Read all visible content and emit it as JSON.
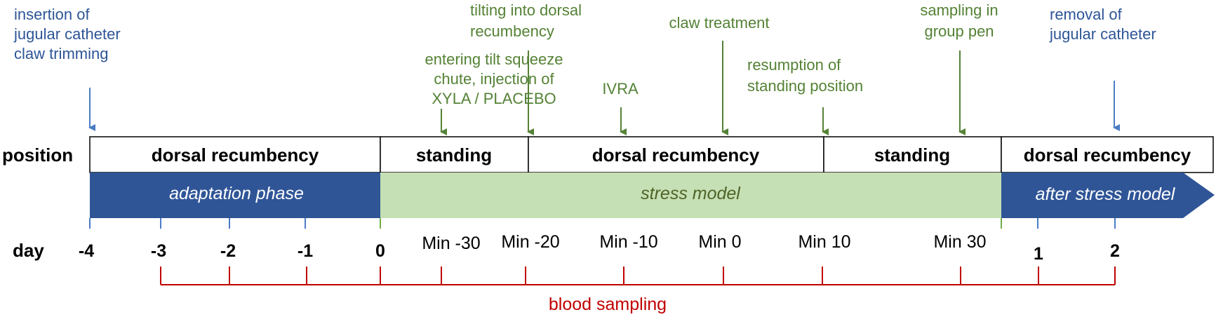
{
  "row_labels": {
    "position": "position",
    "day": "day"
  },
  "positions": [
    "dorsal recumbency",
    "standing",
    "dorsal recumbency",
    "standing",
    "dorsal recumbency"
  ],
  "phases": [
    "adaptation phase",
    "stress model",
    "after stress model"
  ],
  "day_ticks": [
    "-4",
    "-3",
    "-2",
    "-1",
    "0",
    "1",
    "2"
  ],
  "minute_ticks": [
    "Min -30",
    "Min -20",
    "Min -10",
    "Min 0",
    "Min 10",
    "Min 30"
  ],
  "events_blue": {
    "left": [
      "insertion of",
      "jugular catheter",
      "claw trimming"
    ],
    "right": [
      "removal of",
      "jugular catheter"
    ]
  },
  "events_green": {
    "chute": [
      "entering tilt squeeze",
      "chute, injection of",
      "XYLA  / PLACEBO"
    ],
    "tilt": [
      "tilting into dorsal",
      "recumbency"
    ],
    "ivra": [
      "IVRA"
    ],
    "claw": [
      "claw treatment"
    ],
    "resume": [
      "resumption of",
      "standing position"
    ],
    "group": [
      "sampling in",
      "group pen"
    ]
  },
  "blood_sampling": "blood sampling",
  "colors": {
    "blue_text": "#2e5597",
    "blue_arrow": "#4a7cc4",
    "blue_fill": "#2f5597",
    "green_text": "#548235",
    "green_fill": "#c5e0b4",
    "green_line": "#70ad47",
    "red": "#c00000",
    "black": "#000000"
  }
}
